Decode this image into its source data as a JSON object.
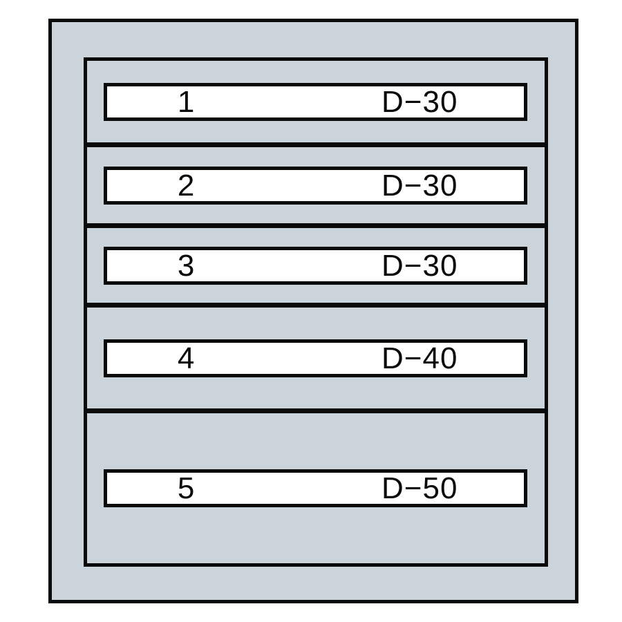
{
  "diagram": {
    "type": "drawer-cabinet-elevation",
    "colors": {
      "outline": "#0a0a0a",
      "cabinet_fill": "#ccd4db",
      "plate_fill": "#ffffff"
    },
    "drawers": [
      {
        "number": "1",
        "code": "D−30"
      },
      {
        "number": "2",
        "code": "D−30"
      },
      {
        "number": "3",
        "code": "D−30"
      },
      {
        "number": "4",
        "code": "D−40"
      },
      {
        "number": "5",
        "code": "D−50"
      }
    ]
  }
}
